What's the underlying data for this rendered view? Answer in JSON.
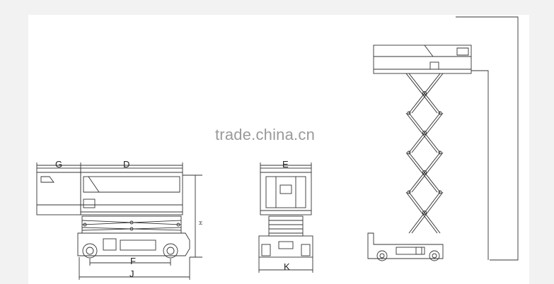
{
  "watermark": "trade.china.cn",
  "dimension_labels": {
    "G": "G",
    "D": "D",
    "E": "E",
    "F": "F",
    "J": "J",
    "K": "K",
    "H": "H"
  },
  "colors": {
    "line": "#333333",
    "watermark": "#9a9a9a",
    "background": "#ffffff",
    "page": "#f2f2f2"
  }
}
